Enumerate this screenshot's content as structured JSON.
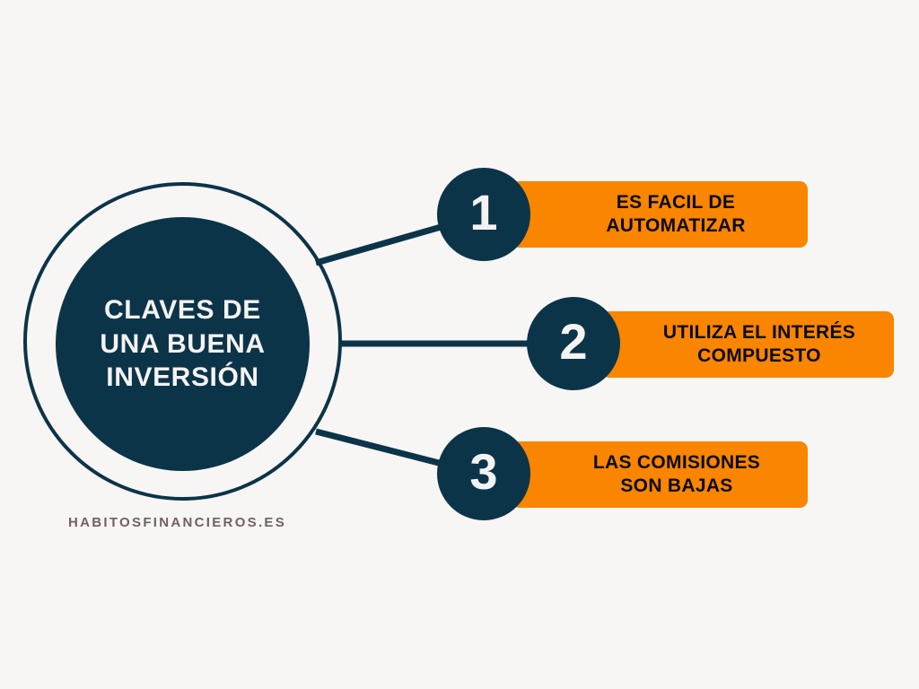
{
  "canvas": {
    "background_color": "#f7f6f5",
    "navy_color": "#0c3449",
    "orange_color": "#f98500",
    "light_text_color": "#f4f3f2",
    "brand_text_color": "#6f625f"
  },
  "hub": {
    "title": "CLAVES DE\nUNA BUENA\nINVERSIÓN"
  },
  "brand": {
    "text": "HABITOSFINANCIEROS.ES"
  },
  "items": [
    {
      "number": "1",
      "text": "ES FACIL DE\nAUTOMATIZAR"
    },
    {
      "number": "2",
      "text": "UTILIZA EL INTERÉS\nCOMPUESTO"
    },
    {
      "number": "3",
      "text": "LAS COMISIONES\nSON BAJAS"
    }
  ]
}
